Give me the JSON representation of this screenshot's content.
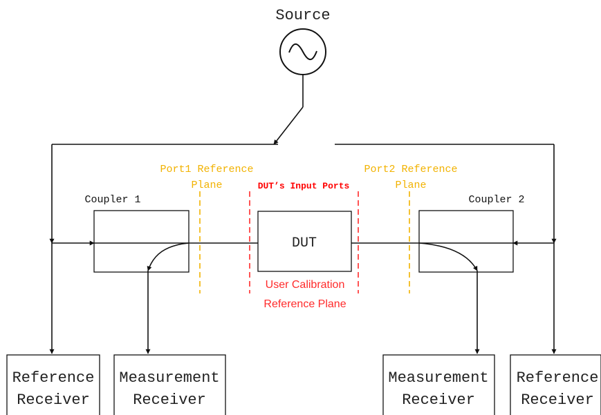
{
  "source": {
    "label": "Source",
    "icon": "sine-wave-icon"
  },
  "couplers": [
    {
      "label": "Coupler 1"
    },
    {
      "label": "Coupler 2"
    }
  ],
  "dut": {
    "label": "DUT"
  },
  "reference_planes": {
    "port1": {
      "line1": "Port1 Reference",
      "line2": "Plane"
    },
    "port2": {
      "line1": "Port2 Reference",
      "line2": "Plane"
    },
    "dut_inputs": {
      "label": "DUT’s Input Ports"
    },
    "user_calibration": {
      "line1": "User Calibration",
      "line2": "Reference Plane"
    }
  },
  "receivers": [
    {
      "line1": "Reference",
      "line2": "Receiver"
    },
    {
      "line1": "Measurement",
      "line2": "Receiver"
    },
    {
      "line1": "Measurement",
      "line2": "Receiver"
    },
    {
      "line1": "Reference",
      "line2": "Receiver"
    }
  ],
  "colors": {
    "plane_orange": "#f2b200",
    "plane_red": "#ff2a2a",
    "line": "#111111"
  }
}
